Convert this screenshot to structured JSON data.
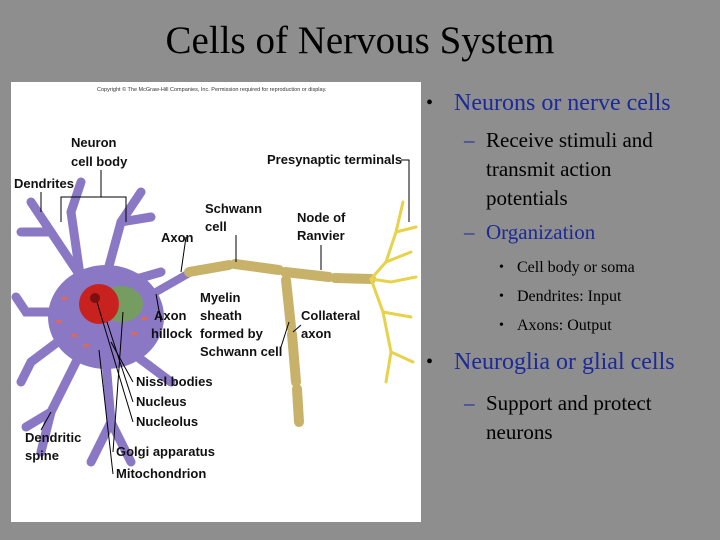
{
  "slide": {
    "title": "Cells of Nervous System"
  },
  "figure": {
    "copyright": "Copyright © The McGraw-Hill Companies, Inc. Permission required for reproduction or display.",
    "labels": {
      "neuron_cell_body_1": "Neuron",
      "neuron_cell_body_2": "cell body",
      "dendrites": "Dendrites",
      "presynaptic": "Presynaptic terminals",
      "schwann_1": "Schwann",
      "schwann_2": "cell",
      "axon": "Axon",
      "node_1": "Node of",
      "node_2": "Ranvier",
      "axon_hillock_1": "Axon",
      "axon_hillock_2": "hillock",
      "myelin_1": "Myelin",
      "myelin_2": "sheath",
      "myelin_3": "formed by",
      "myelin_4": "Schwann cell",
      "collateral_1": "Collateral",
      "collateral_2": "axon",
      "nissl": "Nissl bodies",
      "nucleus": "Nucleus",
      "nucleolus": "Nucleolus",
      "dendritic_spine_1": "Dendritic",
      "dendritic_spine_2": "spine",
      "golgi": "Golgi apparatus",
      "mito": "Mitochondrion"
    }
  },
  "bullets": {
    "neurons": "Neurons or nerve cells",
    "receive_1": "Receive stimuli and",
    "receive_2": "transmit action",
    "receive_3": "potentials",
    "organization": "Organization",
    "org_items": [
      "Cell body or soma",
      "Dendrites: Input",
      "Axons: Output"
    ],
    "neuroglia": "Neuroglia or glial cells",
    "support_1": "Support and protect",
    "support_2": "neurons"
  },
  "symbols": {
    "bullet": "•",
    "dash": "–"
  },
  "colors": {
    "background": "#8e8e8e",
    "bullet_text": "#1c2a99",
    "neuron": "#8a78c4",
    "myelin": "#c8b26a",
    "terminals": "#e8d24a",
    "nucleus": "#c8221e"
  }
}
